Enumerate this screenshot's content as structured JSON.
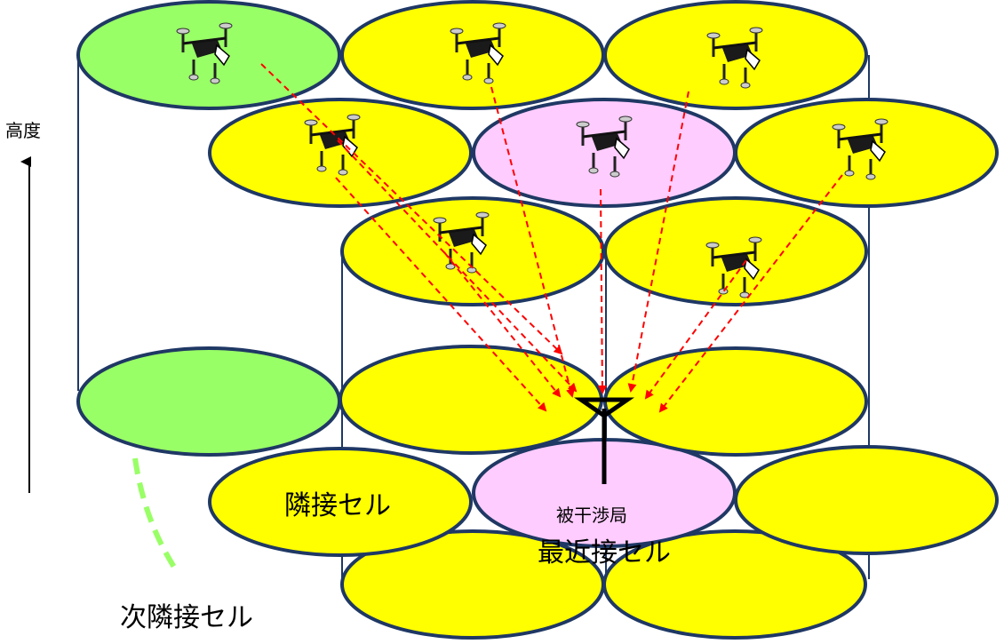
{
  "labels": {
    "altitude": "高度",
    "adjacent_cell": "隣接セル",
    "victim_station": "被干渉局",
    "nearest_cell": "最近接セル",
    "next_adjacent_cell": "次隣接セル"
  },
  "colors": {
    "adjacent_fill": "#ffff00",
    "nearest_fill": "#ffccff",
    "next_adjacent_fill": "#99ff66",
    "cell_outline": "#1f3864",
    "interference_arrow": "#ff0000",
    "next_adjacent_marker": "#99ff66"
  },
  "icons": {
    "drone": "drone-icon",
    "antenna": "base-station-antenna-icon"
  }
}
